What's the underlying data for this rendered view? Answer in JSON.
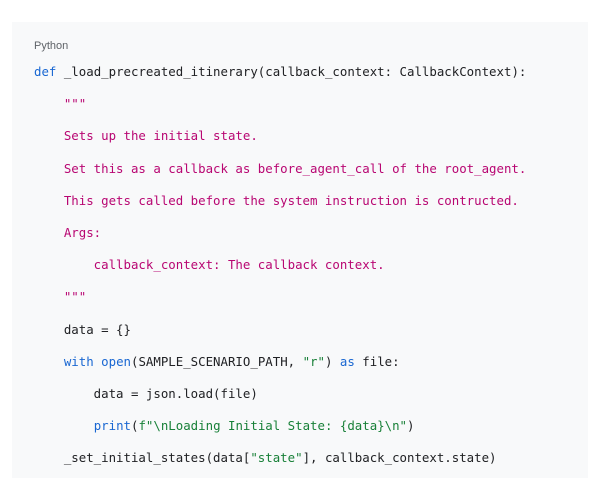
{
  "snippet": {
    "language_label": "Python",
    "lines": [
      [
        {
          "t": "def",
          "c": "kw"
        },
        {
          "t": " _load_precreated_itinerary(callback_context: CallbackContext):",
          "c": ""
        }
      ],
      [
        {
          "t": "    \"\"\"",
          "c": "str"
        }
      ],
      [
        {
          "t": "    Sets up the initial state.",
          "c": "str"
        }
      ],
      [
        {
          "t": "    Set this as a callback as before_agent_call of the root_agent.",
          "c": "str"
        }
      ],
      [
        {
          "t": "    This gets called before the system instruction is contructed.",
          "c": "str"
        }
      ],
      [
        {
          "t": "    Args:",
          "c": "str"
        }
      ],
      [
        {
          "t": "        callback_context: The callback context.",
          "c": "str"
        }
      ],
      [
        {
          "t": "    \"\"\"",
          "c": "str"
        }
      ],
      [
        {
          "t": "    data = {}",
          "c": ""
        }
      ],
      [
        {
          "t": "    ",
          "c": ""
        },
        {
          "t": "with",
          "c": "kw"
        },
        {
          "t": " ",
          "c": ""
        },
        {
          "t": "open",
          "c": "kw"
        },
        {
          "t": "(SAMPLE_SCENARIO_PATH, ",
          "c": ""
        },
        {
          "t": "\"r\"",
          "c": "grn"
        },
        {
          "t": ") ",
          "c": ""
        },
        {
          "t": "as",
          "c": "kw"
        },
        {
          "t": " file:",
          "c": ""
        }
      ],
      [
        {
          "t": "        data = json.load(file)",
          "c": ""
        }
      ],
      [
        {
          "t": "        ",
          "c": ""
        },
        {
          "t": "print",
          "c": "kw"
        },
        {
          "t": "(",
          "c": ""
        },
        {
          "t": "f\"\\nLoading Initial State: {data}\\n\"",
          "c": "grn"
        },
        {
          "t": ")",
          "c": ""
        }
      ],
      [
        {
          "t": "    _set_initial_states(data[",
          "c": ""
        },
        {
          "t": "\"state\"",
          "c": "grn"
        },
        {
          "t": "], callback_context.state)",
          "c": ""
        }
      ]
    ]
  },
  "colors": {
    "keyword": "#1967d2",
    "string": "#b80672",
    "literal": "#188038",
    "text": "#202124",
    "panel_background": "#f8f9fa"
  }
}
